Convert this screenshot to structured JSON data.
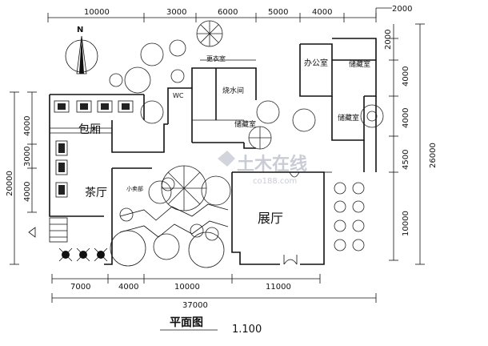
{
  "dimensions": {
    "top": [
      "10000",
      "3000",
      "6000",
      "5000",
      "4000",
      "2000"
    ],
    "right": [
      "2000",
      "4000",
      "4000",
      "4500",
      "10000",
      "26000"
    ],
    "left": [
      "4000",
      "3000",
      "20000",
      "4000"
    ],
    "bottom": [
      "7000",
      "4000",
      "10000",
      "11000",
      "37000"
    ]
  },
  "rooms": {
    "private_room": "包厢",
    "tea_hall": "茶厅",
    "exhibition_hall": "展厅",
    "office": "办公室",
    "storage_upper": "储藏室",
    "storage_right": "储藏室",
    "storage_mid": "储藏室",
    "changing_room": "更衣室",
    "boiler_room": "烧水间",
    "small_shop": "小卖部",
    "wc": "WC"
  },
  "title": {
    "name": "平面图",
    "scale": "1.100"
  },
  "compass": {
    "label": "N"
  },
  "watermark": {
    "text": "土木在线",
    "url": "co188.com"
  },
  "colors": {
    "line": "#111111",
    "watermark": "#c9ccd4"
  }
}
